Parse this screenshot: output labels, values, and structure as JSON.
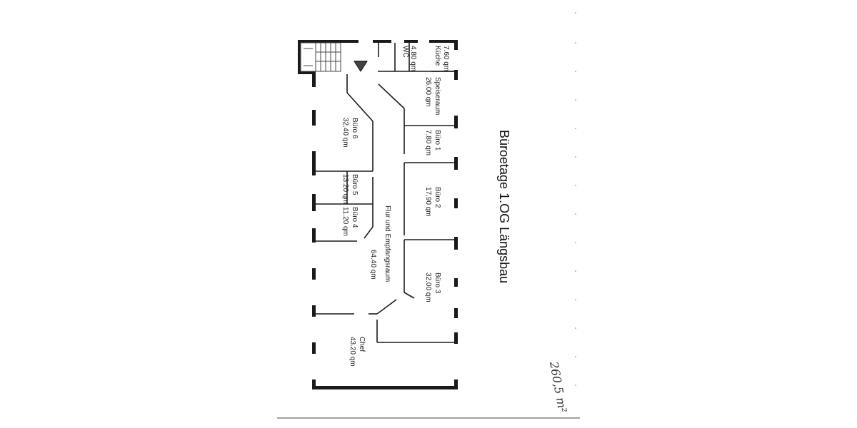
{
  "title": "Büroetage 1.OG  Längsbau",
  "total_note": "260,5 m²",
  "rooms": [
    {
      "name": "WC",
      "area": "4.80 qm"
    },
    {
      "name": "Küche",
      "area": "7.60 qm"
    },
    {
      "name": "Speiseraum",
      "area": "26.00 qm"
    },
    {
      "name": "Büro 1",
      "area": "7.80 qm"
    },
    {
      "name": "Büro 2",
      "area": "17.90 qm"
    },
    {
      "name": "Büro 3",
      "area": "32.00 qm"
    },
    {
      "name": "Büro 4",
      "area": "11.20 qm"
    },
    {
      "name": "Büro 5",
      "area": "13.20 qm"
    },
    {
      "name": "Büro 6",
      "area": "32.40 qm"
    },
    {
      "name": "Flur und Empfangsraum",
      "area": "64.40 qm"
    },
    {
      "name": "Chef",
      "area": "43.20 qm"
    }
  ]
}
